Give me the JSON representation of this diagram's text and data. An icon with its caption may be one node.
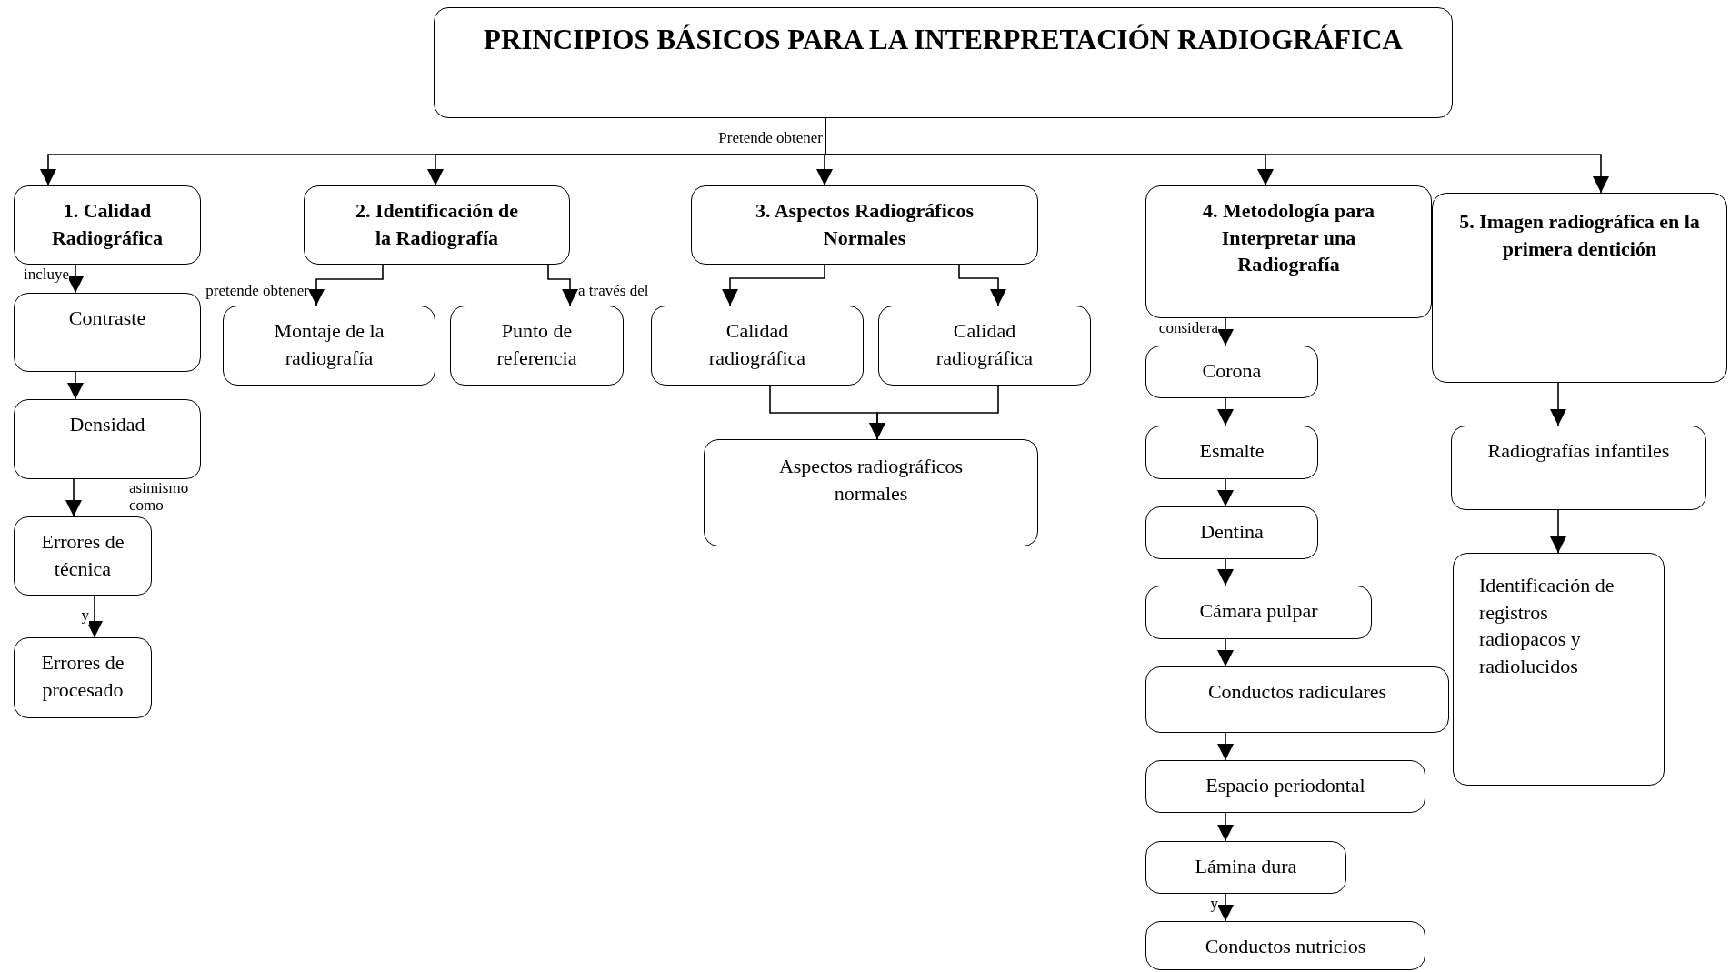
{
  "diagram": {
    "nodes": [
      {
        "text": [
          "PRINCIPIOS BÁSICOS PARA LA INTERPRETACIÓN RADIOGRÁFICA"
        ]
      },
      {
        "text": [
          "1. Calidad Radiográfica"
        ]
      },
      {
        "text": [
          "2. Identificación de la Radiografía"
        ]
      },
      {
        "text": [
          "3. Aspectos Radiográficos Normales"
        ]
      },
      {
        "text": [
          "4. Metodología para Interpretar una Radiografía"
        ]
      },
      {
        "text": [
          "5. Imagen radiográfica en la primera dentición"
        ]
      },
      {
        "text": [
          "Contraste"
        ]
      },
      {
        "text": [
          "Densidad"
        ]
      },
      {
        "text": [
          "Errores de técnica"
        ]
      },
      {
        "text": [
          "Errores de procesado"
        ]
      },
      {
        "text": [
          "Montaje de la radiografía"
        ]
      },
      {
        "text": [
          "Punto de referencia"
        ]
      },
      {
        "text": [
          "Calidad radiográfica"
        ]
      },
      {
        "text": [
          "Calidad radiográfica"
        ]
      },
      {
        "text": [
          "Aspectos radiográficos normales"
        ]
      },
      {
        "text": [
          "Corona"
        ]
      },
      {
        "text": [
          "Esmalte"
        ]
      },
      {
        "text": [
          "Dentina"
        ]
      },
      {
        "text": [
          "Cámara pulpar"
        ]
      },
      {
        "text": [
          "Conductos radiculares"
        ]
      },
      {
        "text": [
          "Espacio periodontal"
        ]
      },
      {
        "text": [
          "Lámina dura"
        ]
      },
      {
        "text": [
          "Conductos nutricios"
        ]
      },
      {
        "text": [
          "Radiografías infantiles"
        ]
      },
      {
        "text": [
          "Identificación de registros radiopacos y radiolucidos"
        ]
      }
    ],
    "edges": [
      {
        "from": 0,
        "to": 1,
        "arrow": "to"
      },
      {
        "from": 0,
        "to": 2,
        "arrow": "to"
      },
      {
        "from": 0,
        "to": 3,
        "arrow": "to",
        "label": "Pretende obtener"
      },
      {
        "from": 0,
        "to": 4,
        "arrow": "to"
      },
      {
        "from": 0,
        "to": 5,
        "arrow": "to"
      },
      {
        "from": 1,
        "to": 6,
        "arrow": "to",
        "label": "incluye"
      },
      {
        "from": 6,
        "to": 7,
        "arrow": "to"
      },
      {
        "from": 7,
        "to": 8,
        "arrow": "to",
        "label": "asimismo como"
      },
      {
        "from": 8,
        "to": 9,
        "arrow": "to",
        "label": "y"
      },
      {
        "from": 2,
        "to": 10,
        "arrow": "to",
        "label": "pretende obtener"
      },
      {
        "from": 2,
        "to": 11,
        "arrow": "to",
        "label": "a través del"
      },
      {
        "from": 3,
        "to": 12,
        "arrow": "to"
      },
      {
        "from": 3,
        "to": 13,
        "arrow": "to"
      },
      {
        "from": 12,
        "to": 14,
        "arrow": "to"
      },
      {
        "from": 13,
        "to": 14,
        "arrow": "to"
      },
      {
        "from": 4,
        "to": 15,
        "arrow": "to",
        "label": "considera"
      },
      {
        "from": 15,
        "to": 16,
        "arrow": "to"
      },
      {
        "from": 16,
        "to": 17,
        "arrow": "to"
      },
      {
        "from": 17,
        "to": 18,
        "arrow": "to"
      },
      {
        "from": 18,
        "to": 19,
        "arrow": "to"
      },
      {
        "from": 19,
        "to": 20,
        "arrow": "to"
      },
      {
        "from": 20,
        "to": 21,
        "arrow": "to"
      },
      {
        "from": 21,
        "to": 22,
        "arrow": "to",
        "label": "y"
      },
      {
        "from": 5,
        "to": 23,
        "arrow": "to"
      },
      {
        "from": 23,
        "to": 24,
        "arrow": "to"
      }
    ]
  }
}
